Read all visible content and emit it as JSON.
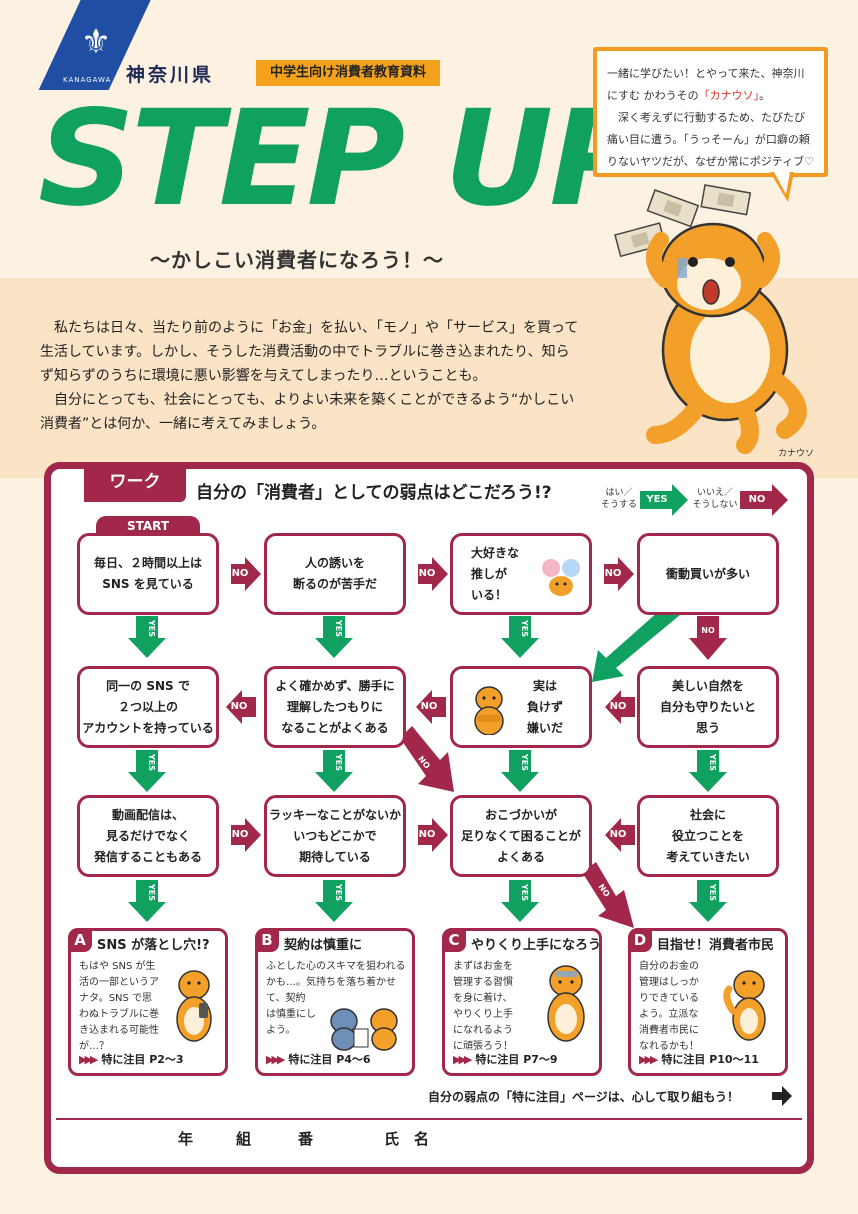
{
  "header": {
    "prefecture": "神奈川県",
    "prefecture_en": "KANAGAWA",
    "badge": "中学生向け消費者教育資料",
    "title": "STEP UP",
    "subtitle": "〜かしこい消費者になろう！〜"
  },
  "bubble": {
    "line1": "一緒に学びたい！とやって来た、神奈川にすむ かわうその",
    "name": "「カナウソ」",
    "line1_end": "。",
    "line2": "深く考えずに行動するため、たびたび痛い目に遭う。「うっそーん」が口癖の頼りないヤツだが、なぜか常にポジティブ♡"
  },
  "intro": {
    "p1": "私たちは日々、当たり前のように「お金」を払い、「モノ」や「サービス」を買って生活しています。しかし、そうした消費活動の中でトラブルに巻き込まれたり、知らず知らずのうちに環境に悪い影響を与えてしまったり…ということも。",
    "p2": "自分にとっても、社会にとっても、よりよい未来を築くことができるよう“かしこい消費者”とは何か、一緒に考えてみましょう。"
  },
  "character_caption": "カナウソ",
  "work": {
    "tab": "ワーク",
    "question": "自分の「消費者」としての弱点はどこだろう!?",
    "legend_yes_text": "はい／\nそうする",
    "legend_yes": "YES",
    "legend_no_text": "いいえ／\nそうしない",
    "legend_no": "NO",
    "start": "START",
    "yes": "YES",
    "no": "NO"
  },
  "boxes": {
    "r1c1": "毎日、２時間以上は\nSNS を見ている",
    "r1c2": "人の誘いを\n断るのが苦手だ",
    "r1c3": "大好きな\n推しが\nいる！",
    "r1c4": "衝動買いが多い",
    "r2c1": "同一の SNS で\n２つ以上の\nアカウントを持っている",
    "r2c2": "よく確かめず、勝手に\n理解したつもりに\nなることがよくある",
    "r2c3": "実は\n負けず\n嫌いだ",
    "r2c4": "美しい自然を\n自分も守りたいと\n思う",
    "r3c1": "動画配信は、\n見るだけでなく\n発信することもある",
    "r3c2": "ラッキーなことがないか\nいつもどこかで\n期待している",
    "r3c3": "おこづかいが\n足りなくて困ることが\nよくある",
    "r3c4": "社会に\n役立つことを\n考えていきたい"
  },
  "results": [
    {
      "letter": "A",
      "title": "SNS が落とし穴!?",
      "body": "もはや SNS が生\n活の一部というア\nナタ。SNS で思\nわぬトラブルに巻\nき込まれる可能性\nが…？",
      "focus": "特に注目 P2〜3"
    },
    {
      "letter": "B",
      "title": "契約は慎重に",
      "body": "ふとした心のスキマを狙われるかも…。気持ちを落ち着かせて、契約\nは慎重にし\nよう。",
      "focus": "特に注目 P4〜6"
    },
    {
      "letter": "C",
      "title": "やりくり上手になろう",
      "body": "まずはお金を\n管理する習慣\nを身に着け、\nやりくり上手\nになれるよう\nに頑張ろう！",
      "focus": "特に注目 P7〜9"
    },
    {
      "letter": "D",
      "title": "目指せ！消費者市民",
      "body": "自分のお金の\n管理はしっか\nりできている\nよう。立派な\n消費者市民に\nなれるかも！",
      "focus": "特に注目 P10〜11"
    }
  ],
  "footer": {
    "note": "自分の弱点の「特に注目」ページは、心して取り組もう！",
    "year": "年",
    "class": "組",
    "number": "番",
    "name": "氏　名"
  },
  "colors": {
    "primary": "#a1284a",
    "green": "#10a05f",
    "orange": "#f29a22",
    "blue": "#1f4ea3"
  }
}
